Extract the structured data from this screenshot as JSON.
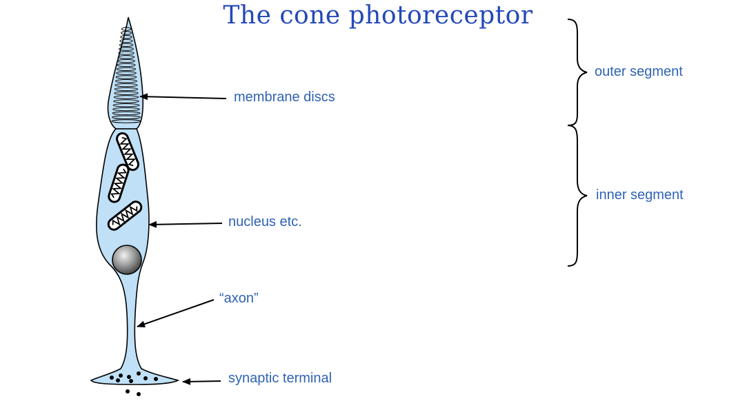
{
  "title": "The cone photoreceptor",
  "labels": {
    "membrane_discs": "membrane discs",
    "nucleus": "nucleus etc.",
    "axon": "“axon”",
    "synaptic_terminal": "synaptic terminal",
    "outer_segment": "outer segment",
    "inner_segment": "inner segment"
  },
  "colors": {
    "title": "#2448b8",
    "label": "#2f62b5",
    "cell_fill": "#bfe0f6",
    "outline": "#000000"
  }
}
